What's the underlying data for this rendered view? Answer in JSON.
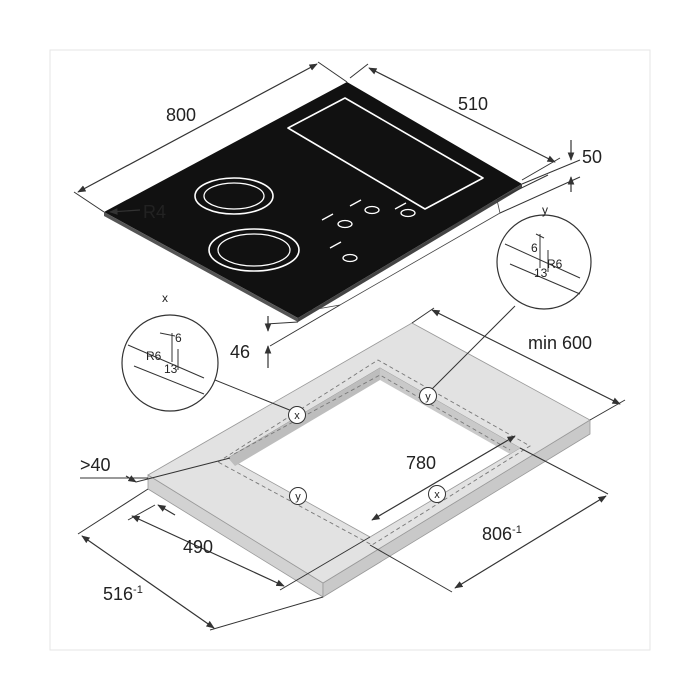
{
  "labels": {
    "width_800": "800",
    "depth_510": "510",
    "thickness_50": "50",
    "radius_r4": "R4",
    "height_46": "46",
    "min_600": "min 600",
    "gt_40": ">40",
    "cutout_780": "780",
    "cutout_490": "490",
    "cutout_806": "806",
    "cutout_516": "516",
    "tolerance": "-1",
    "detail_x_title": "x",
    "detail_y_title": "y",
    "detail_6": "6",
    "detail_r6": "R6",
    "detail_13": "13",
    "marker_x": "x",
    "marker_y": "y"
  },
  "colors": {
    "cooktop": "#111111",
    "countertop": "#e2e2e2",
    "countertop_edge": "#cfcfcf",
    "line": "#333333",
    "background": "#ffffff"
  }
}
